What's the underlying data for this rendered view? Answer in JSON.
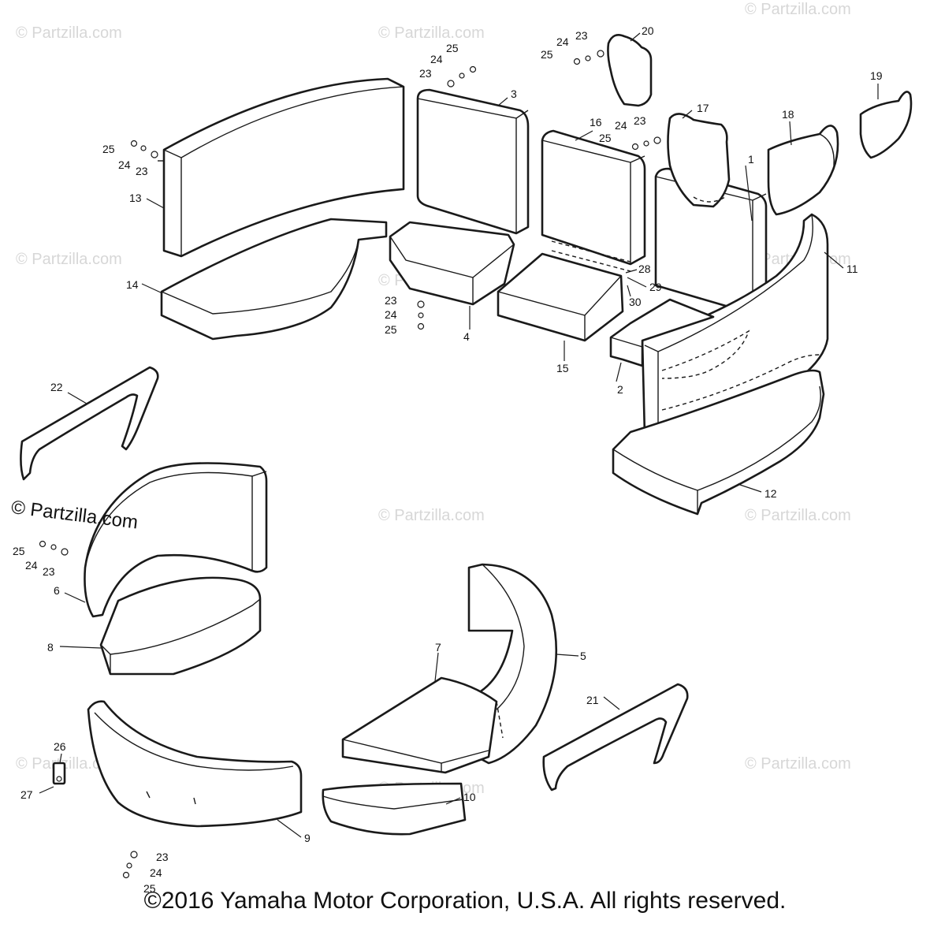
{
  "watermark_text": "© Partzilla.com",
  "brand_watermark": "© Partzilla.com",
  "copyright_text": "©2016  Yamaha Motor Corporation, U.S.A. All rights reserved.",
  "callouts": {
    "c1": "1",
    "c2": "2",
    "c3": "3",
    "c4": "4",
    "c5": "5",
    "c6": "6",
    "c7": "7",
    "c8": "8",
    "c9": "9",
    "c10": "10",
    "c11": "11",
    "c12": "12",
    "c13": "13",
    "c14": "14",
    "c15": "15",
    "c16": "16",
    "c17": "17",
    "c18": "18",
    "c19": "19",
    "c20": "20",
    "c21": "21",
    "c22": "22",
    "c26": "26",
    "c27": "27",
    "c28": "28",
    "c29": "29",
    "c30": "30",
    "hw23": "23",
    "hw24": "24",
    "hw25": "25"
  }
}
